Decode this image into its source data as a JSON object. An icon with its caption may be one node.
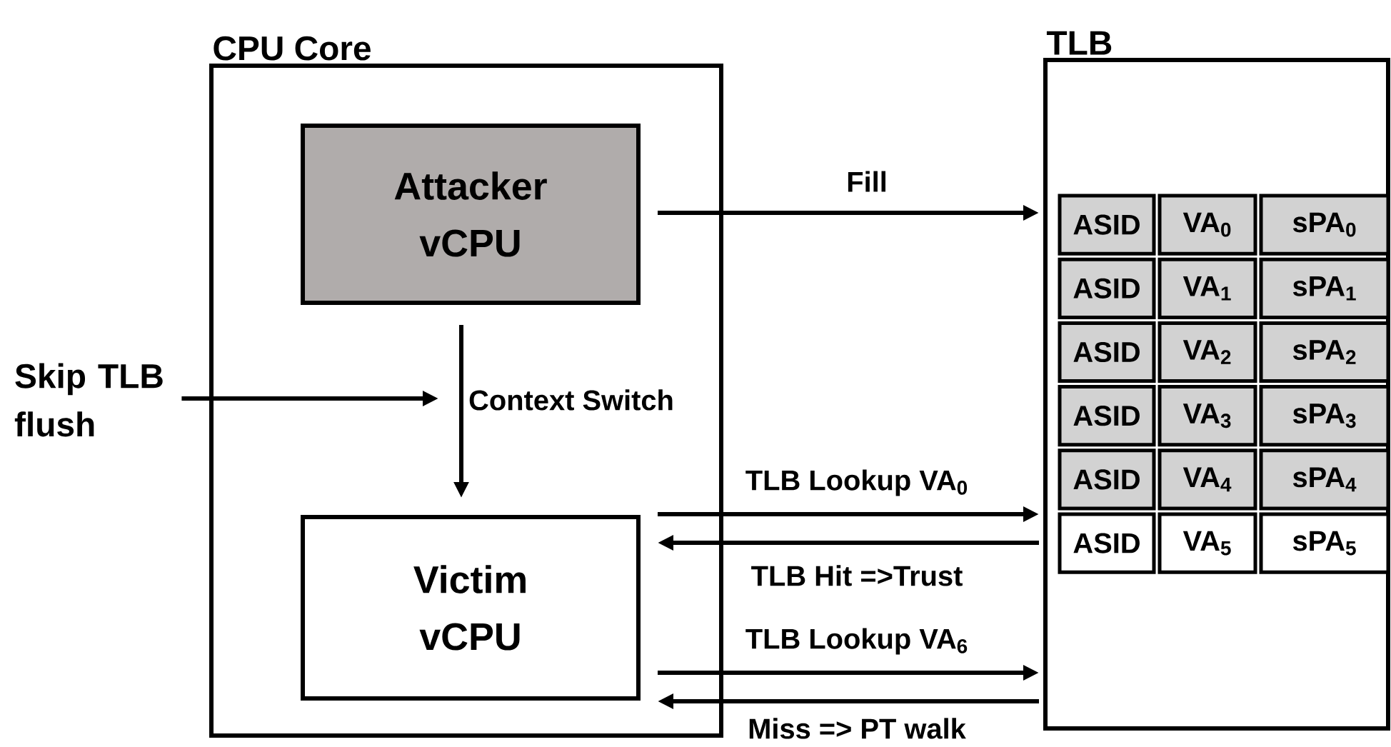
{
  "diagram": {
    "nodes": [
      {
        "text": [
          "CPU Core"
        ]
      },
      {
        "text": [
          "Attacker vCPU"
        ],
        "in": 0
      },
      {
        "text": [
          "Victim vCPU"
        ],
        "in": 0
      },
      {
        "text": [
          "TLB"
        ]
      },
      {
        "text": [
          "Skip TLB flush"
        ]
      }
    ],
    "edges": [
      {
        "from": 1,
        "to": 3,
        "arrow": "to",
        "label": "Fill"
      },
      {
        "from": 1,
        "to": 2,
        "arrow": "to",
        "label": "Context Switch"
      },
      {
        "from": 4,
        "to": null,
        "arrow": "to"
      },
      {
        "from": 2,
        "to": 3,
        "arrow": "to",
        "label": "TLB Lookup VA$_{0}$"
      },
      {
        "from": 3,
        "to": 2,
        "arrow": "to",
        "label": "TLB Hit =>Trust"
      },
      {
        "from": 2,
        "to": 3,
        "arrow": "to",
        "label": "TLB Lookup VA$_{6}$"
      },
      {
        "from": 3,
        "to": 2,
        "arrow": "to",
        "label": "Miss => PT walk"
      }
    ],
    "labels": [
      "ASID",
      "VA$_{0}$",
      "sPA$_{0}$",
      "ASID",
      "VA$_{1}$",
      "sPA$_{1}$",
      "ASID",
      "VA$_{2}$",
      "sPA$_{2}$",
      "ASID",
      "VA$_{3}$",
      "sPA$_{3}$",
      "ASID",
      "VA$_{4}$",
      "sPA$_{4}$",
      "ASID",
      "VA$_{5}$",
      "sPA$_{5}$"
    ]
  }
}
